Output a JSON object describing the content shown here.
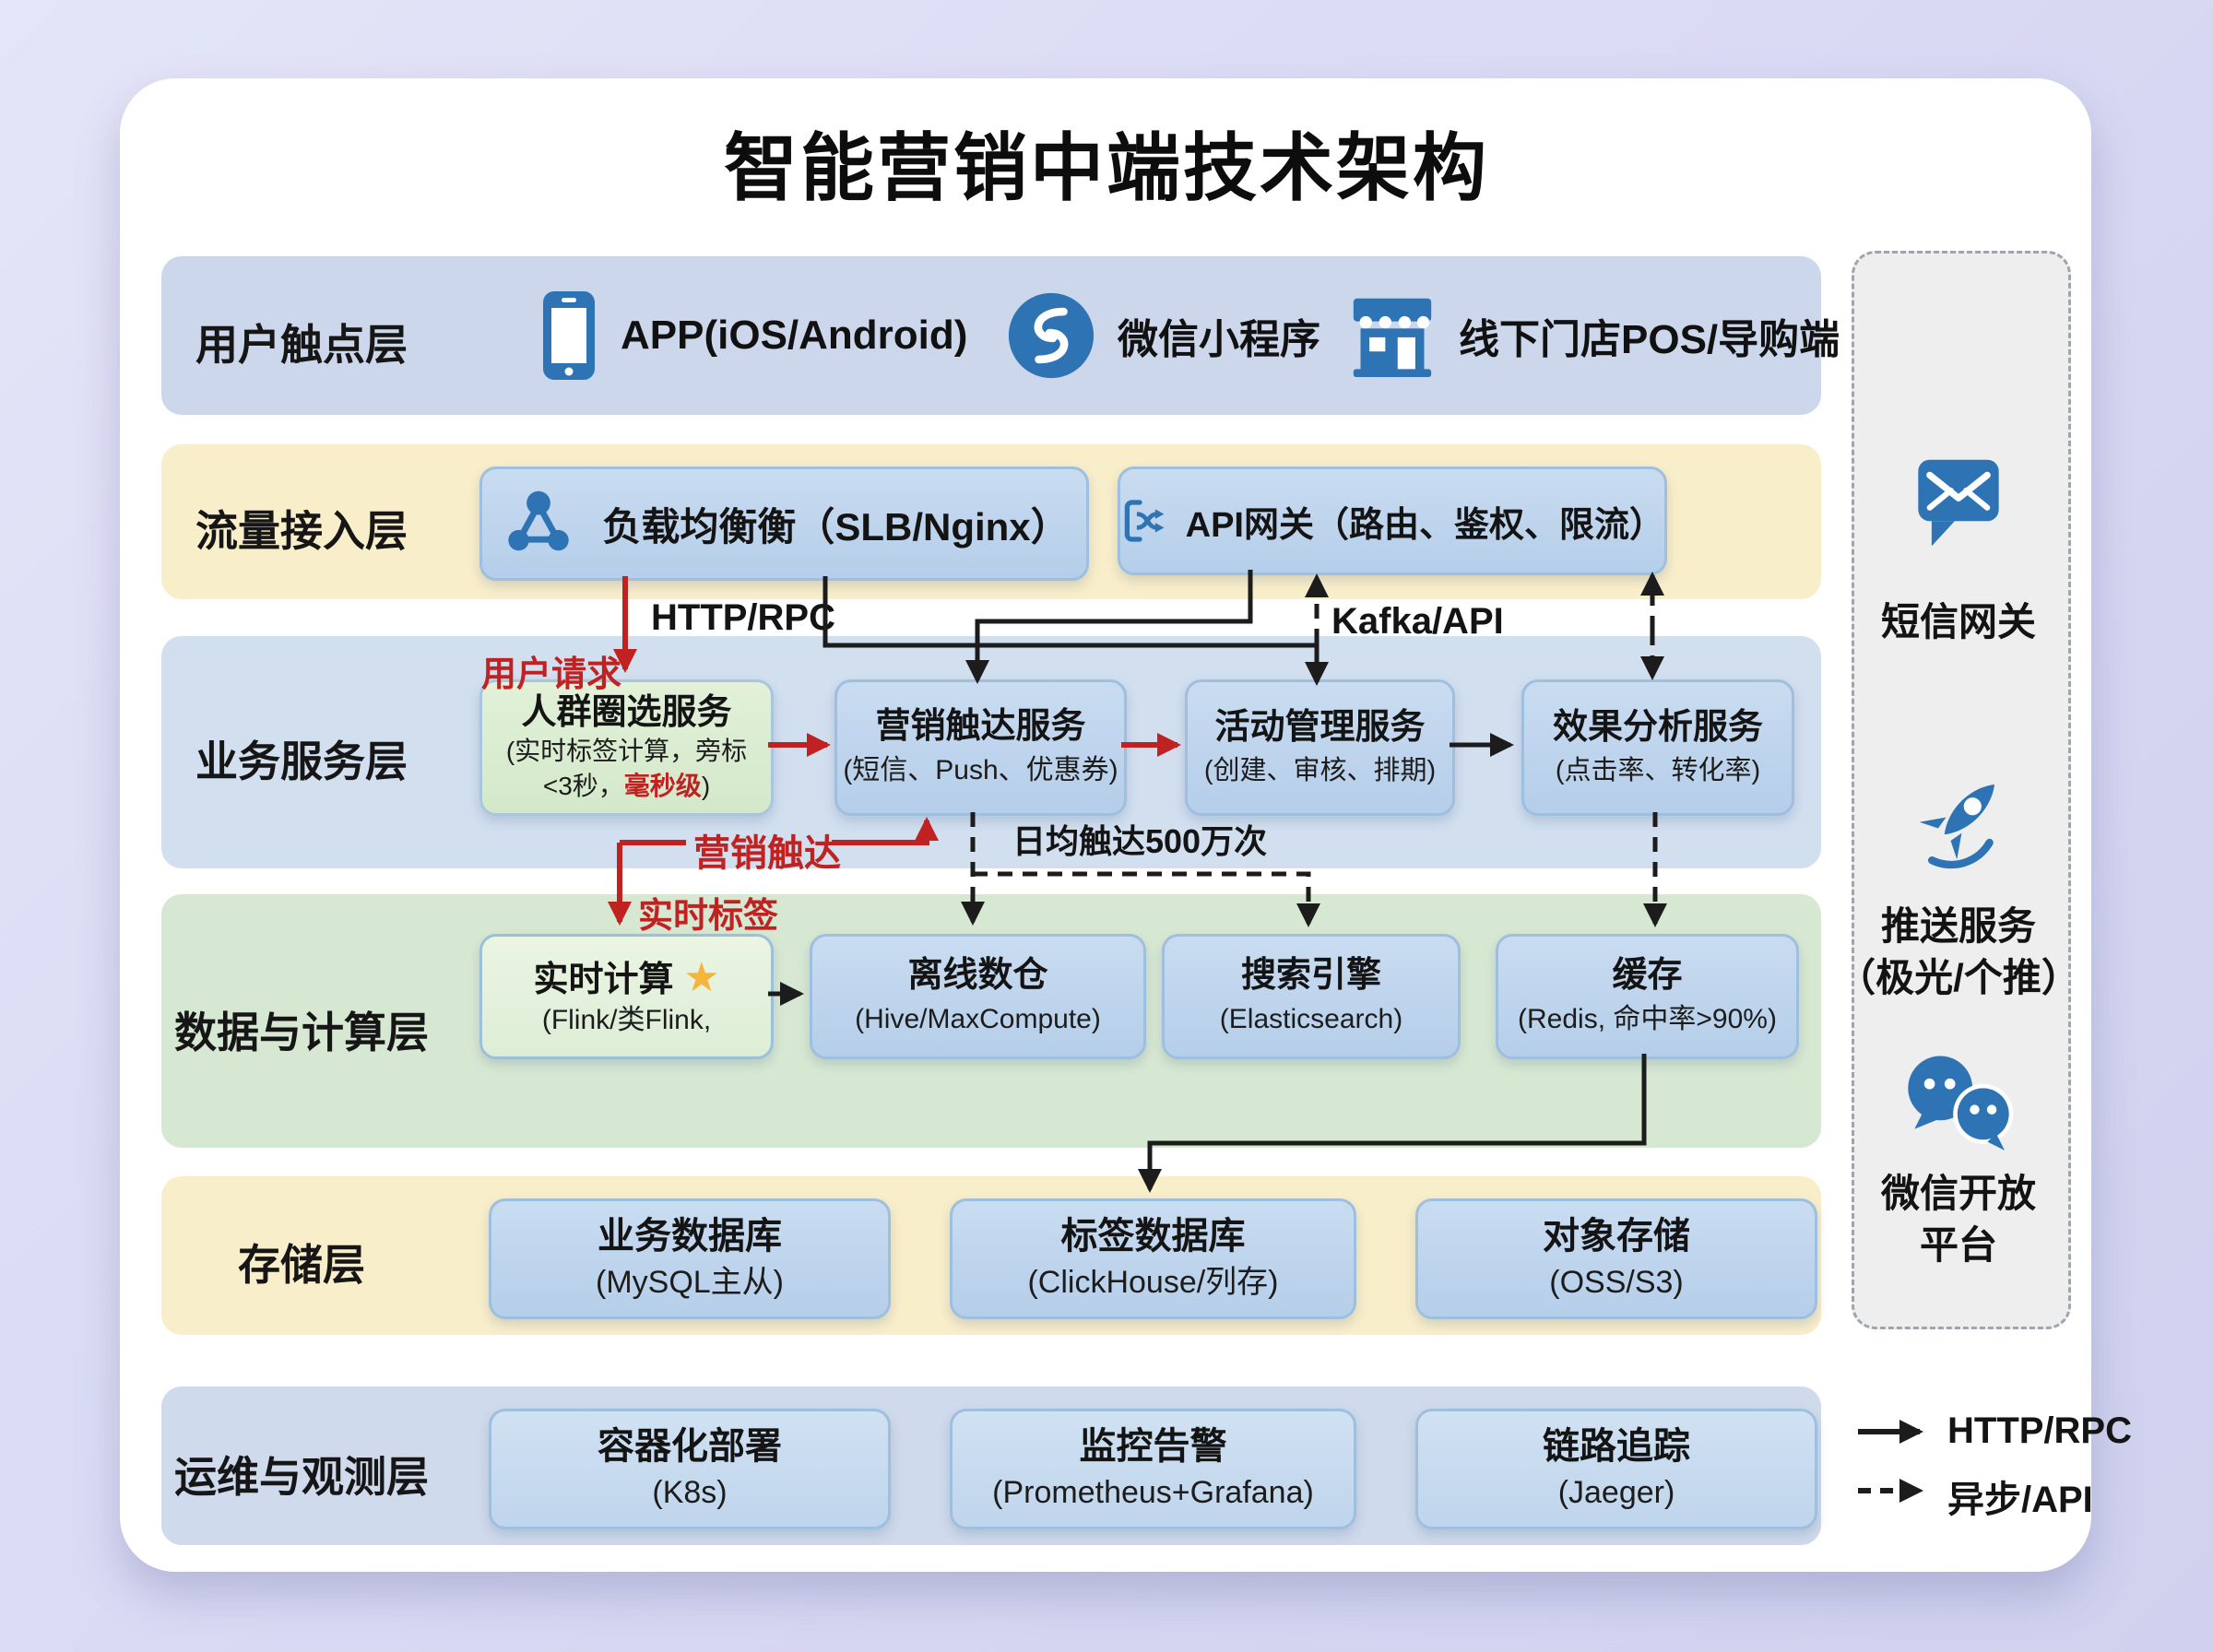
{
  "title": "智能营销中端技术架构",
  "layers": {
    "touchpoint": {
      "label": "用户触点层",
      "items": [
        {
          "icon": "smartphone-icon",
          "label": "APP(iOS/Android)"
        },
        {
          "icon": "wechat-miniprogram-icon",
          "label": "微信小程序"
        },
        {
          "icon": "store-icon",
          "label": "线下门店POS/导购端"
        }
      ]
    },
    "gateway": {
      "label": "流量接入层",
      "slb": {
        "icon": "load-balancer-icon",
        "title": "负载均衡衡（SLB/Nginx）"
      },
      "api": {
        "icon": "api-gateway-icon",
        "title": "API网关（路由、鉴权、限流）"
      }
    },
    "business": {
      "label": "业务服务层",
      "boxes": [
        {
          "title": "人群圈选服务",
          "sub1": "(实时标签计算，旁标",
          "sub2_pre": "<3秒，",
          "sub2_red": "毫秒级",
          "sub2_post": ")"
        },
        {
          "title": "营销触达服务",
          "sub": "(短信、Push、优惠券)"
        },
        {
          "title": "活动管理服务",
          "sub": "(创建、审核、排期)"
        },
        {
          "title": "效果分析服务",
          "sub": "(点击率、转化率)"
        }
      ]
    },
    "data": {
      "label": "数据与计算层",
      "boxes": [
        {
          "title": "实时计算",
          "star": "★",
          "sub": "(Flink/类Flink,"
        },
        {
          "title": "离线数仓",
          "sub": "(Hive/MaxCompute)"
        },
        {
          "title": "搜索引擎",
          "sub": "(Elasticsearch)"
        },
        {
          "title": "缓存",
          "sub": "(Redis, 命中率>90%)"
        }
      ]
    },
    "storage": {
      "label": "存储层",
      "boxes": [
        {
          "title": "业务数据库",
          "sub": "(MySQL主从)"
        },
        {
          "title": "标签数据库",
          "sub": "(ClickHouse/列存)"
        },
        {
          "title": "对象存储",
          "sub": "(OSS/S3)"
        }
      ]
    },
    "ops": {
      "label": "运维与观测层",
      "boxes": [
        {
          "title": "容器化部署",
          "sub": "(K8s)"
        },
        {
          "title": "监控告警",
          "sub": "(Prometheus+Grafana)"
        },
        {
          "title": "链路追踪",
          "sub": "(Jaeger)"
        }
      ]
    }
  },
  "sidebar": {
    "items": [
      {
        "icon": "sms-gateway-icon",
        "label": "短信网关",
        "label2": ""
      },
      {
        "icon": "push-service-icon",
        "label": "推送服务",
        "label2": "（极光/个推）"
      },
      {
        "icon": "wechat-open-icon",
        "label": "微信开放",
        "label2": "平台"
      }
    ]
  },
  "edge_labels": {
    "http_rpc": "HTTP/RPC",
    "user_request": "用户请求",
    "kafka_api": "Kafka/API",
    "marketing_touch": "营销触达",
    "realtime_tag": "实时标签",
    "daily_touch": "日均触达500万次"
  },
  "legend": {
    "solid": "HTTP/RPC",
    "dashed": "异步/API"
  },
  "colors": {
    "accent_blue": "#2e74b4",
    "arrow_red": "#c02121",
    "star_gold": "#f4b53d",
    "band_blue": "#ccd7ec",
    "band_yellow": "#f9eeca",
    "band_green": "#d7e8d2",
    "node_blue": "#bcd3eb",
    "node_green": "#ddeed4"
  }
}
